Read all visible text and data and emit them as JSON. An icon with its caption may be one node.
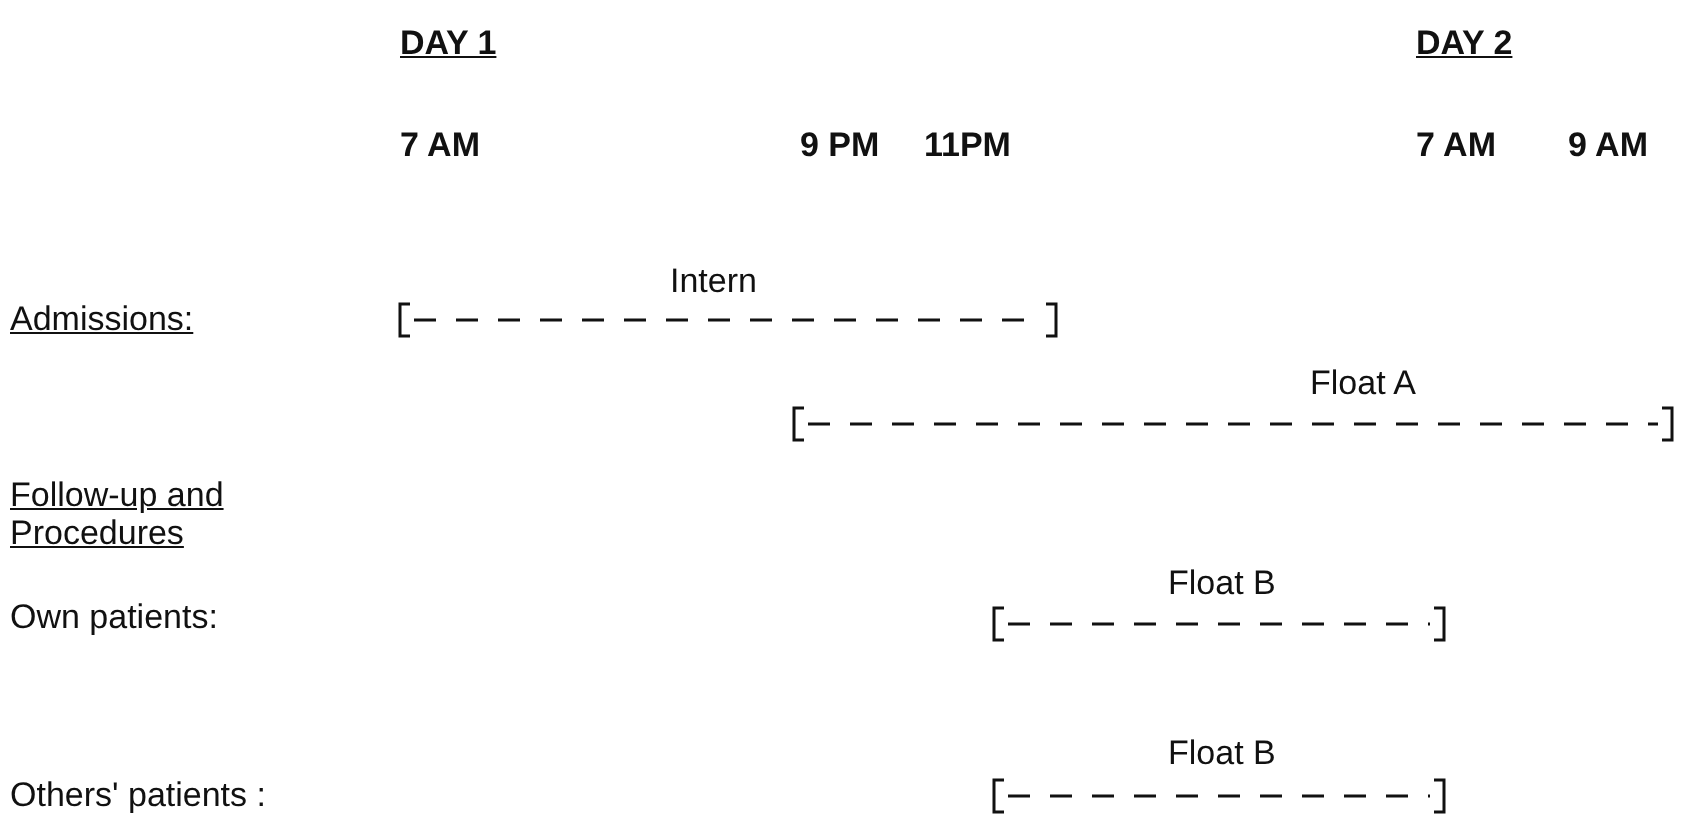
{
  "diagram": {
    "labels": [
      "DAY 1",
      "DAY 2",
      "7 AM",
      "9 PM",
      "11PM",
      "7 AM",
      "9 AM",
      "Admissions:",
      "Intern",
      "Float A",
      "Follow-up and Procedures",
      "Own patients:",
      "Float B",
      "Others' patients :",
      "Float B"
    ]
  }
}
